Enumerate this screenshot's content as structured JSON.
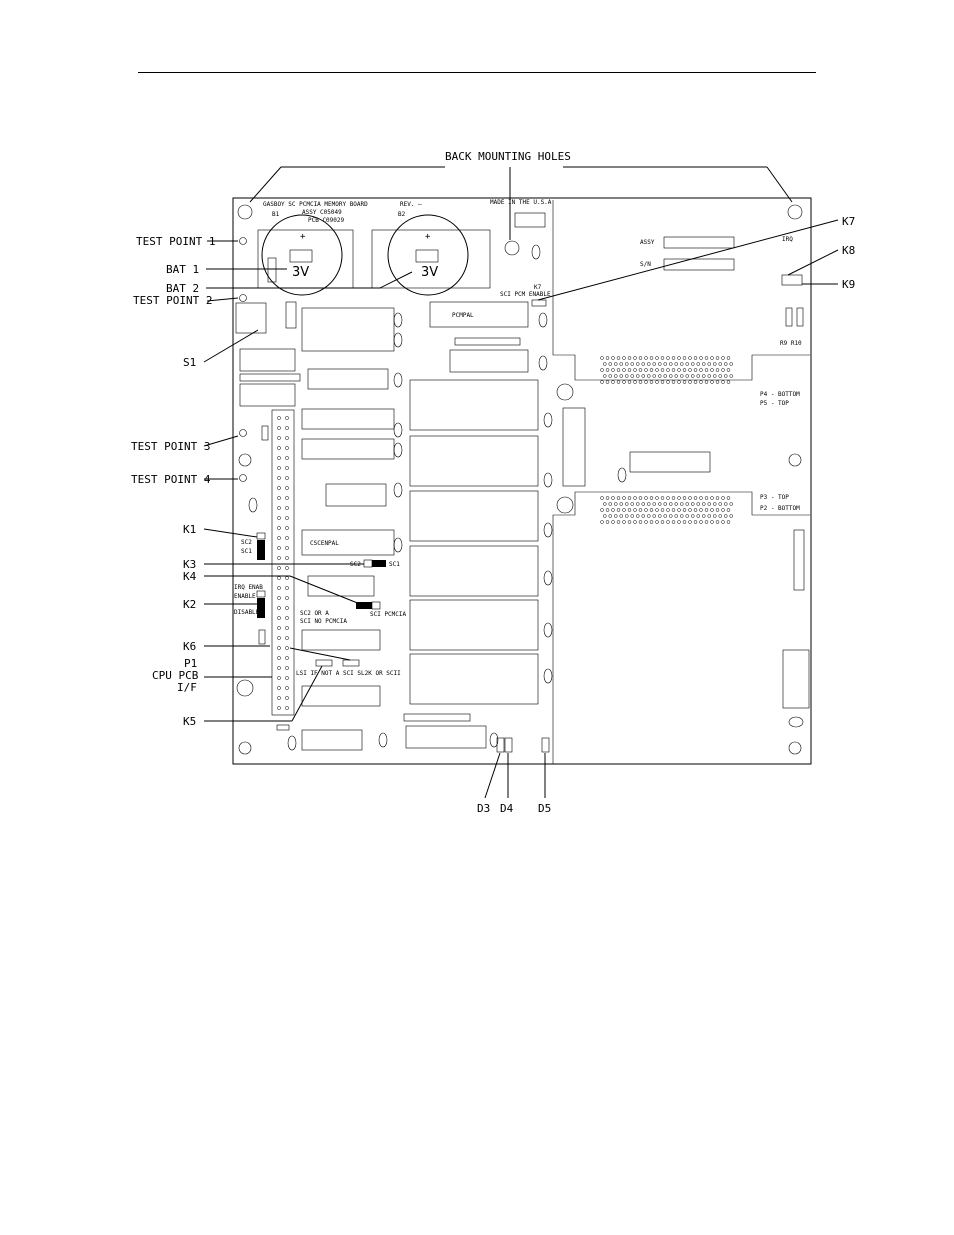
{
  "callouts": {
    "back_mounting_holes": "BACK MOUNTING HOLES",
    "test_point_1": "TEST POINT 1",
    "bat_1": "BAT 1",
    "bat_2": "BAT 2",
    "test_point_2": "TEST POINT 2",
    "s1": "S1",
    "test_point_3": "TEST POINT 3",
    "test_point_4": "TEST POINT 4",
    "k1": "K1",
    "k3": "K3",
    "k4": "K4",
    "k2": "K2",
    "k6": "K6",
    "p1_line1": "P1",
    "p1_line2": "CPU PCB",
    "p1_line3": "I/F",
    "k5": "K5",
    "k7": "K7",
    "k8": "K8",
    "k9": "K9",
    "d3": "D3",
    "d4": "D4",
    "d5": "D5"
  },
  "board": {
    "title": "GASBOY SC PCMCIA MEMORY BOARD",
    "rev": "REV. —",
    "assy_no": "ASSY C05049",
    "pcb_no": "PCB C09029",
    "made_in": "MADE IN THE U.S.A",
    "assy": "ASSY",
    "sn": "S/N",
    "bat_value": "3V",
    "b1": "B1",
    "b2": "B2",
    "pcmpal": "PCMPAL",
    "cscenpal": "CSCENPAL",
    "k7_label": "K7",
    "sci_pcm_enable": "SCI PCM ENABLE",
    "p4_bottom": "P4 - BOTTOM",
    "p5_top": "P5 - TOP",
    "p3_top": "P3 - TOP",
    "p2_bottom": "P2 - BOTTOM",
    "sc2": "SC2",
    "sc1": "SC1",
    "sci_pcmcia": "SCI PCMCIA",
    "sc2_or_a": "SC2 OR A",
    "sci_no_pcmcia": "SCI NO PCMCIA",
    "irq_enable": "IRQ ENAB",
    "enable": "ENABLE",
    "disable": "DISABLE",
    "lsi_note": "LSI IF NOT A SCI SL2K OR SCII",
    "irq": "IRQ",
    "r9_r10": "R9  R10"
  }
}
